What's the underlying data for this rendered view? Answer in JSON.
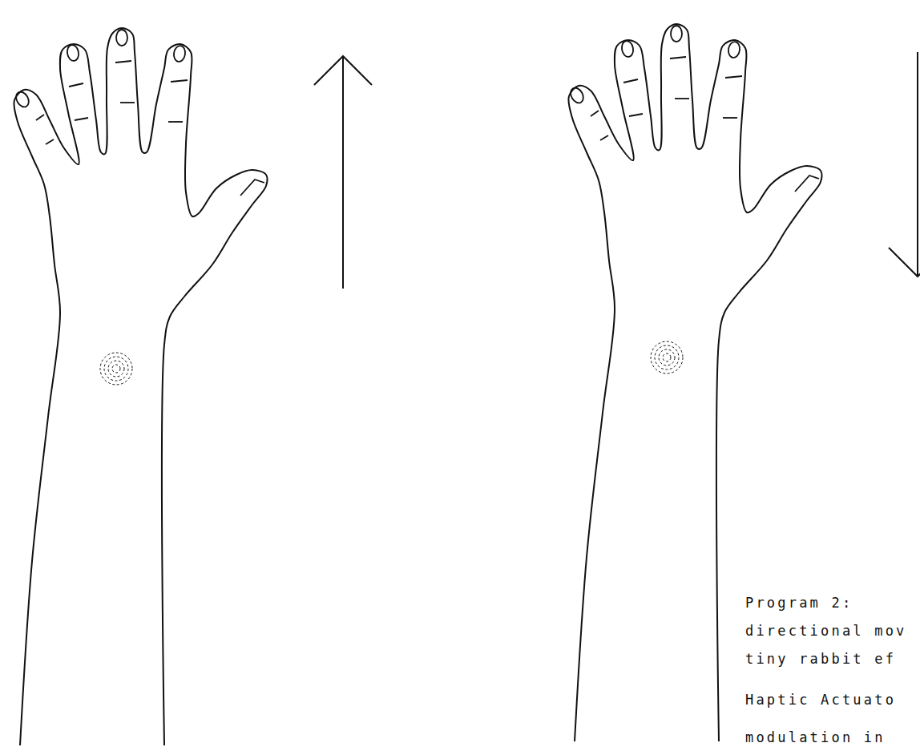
{
  "diagram": {
    "labels": [
      "Program 2:",
      "directional mov",
      "tiny rabbit ef",
      "Haptic Actuato",
      "modulation in"
    ]
  }
}
